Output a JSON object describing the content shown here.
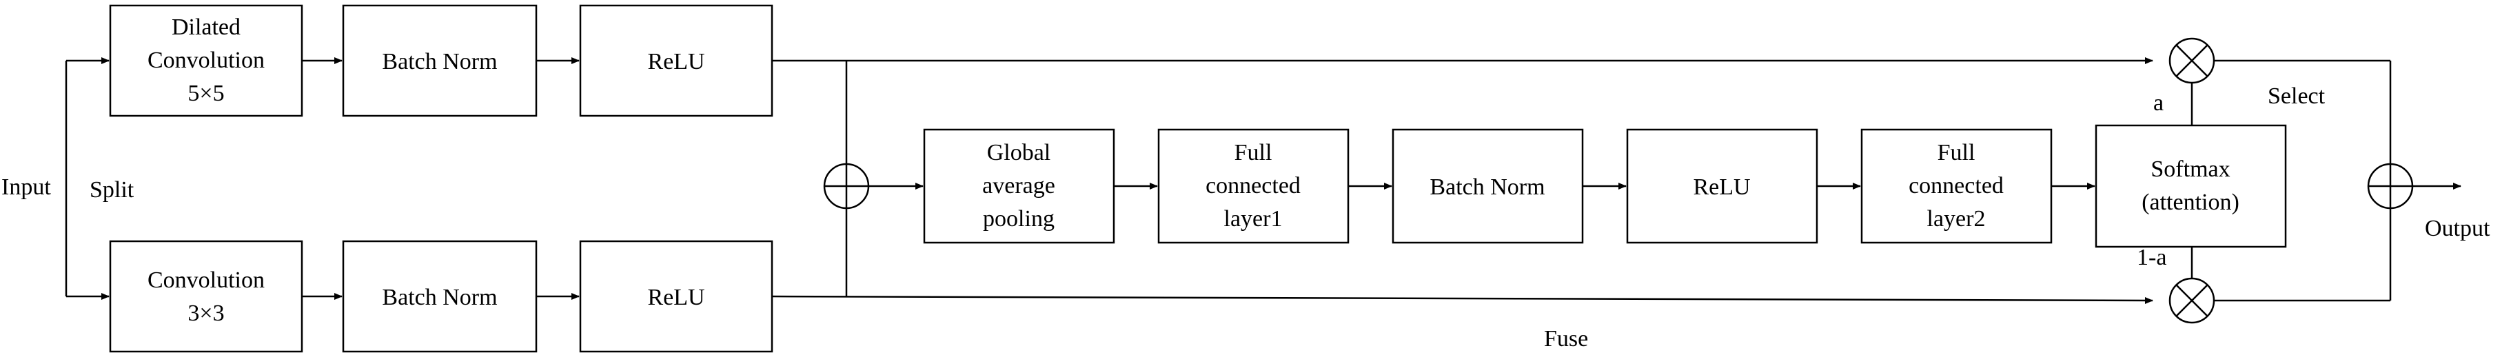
{
  "blocks": {
    "dilated_conv": [
      "Dilated",
      "Convolution",
      "5×5"
    ],
    "bn_top": [
      "Batch Norm"
    ],
    "relu_top": [
      "ReLU"
    ],
    "conv": [
      "Convolution",
      "3×3"
    ],
    "bn_bottom": [
      "Batch Norm"
    ],
    "relu_bottom": [
      "ReLU"
    ],
    "gap": [
      "Global",
      "average",
      "pooling"
    ],
    "fc1": [
      "Full",
      "connected",
      "layer1"
    ],
    "bn_mid": [
      "Batch Norm"
    ],
    "relu_mid": [
      "ReLU"
    ],
    "fc2": [
      "Full",
      "connected",
      "layer2"
    ],
    "softmax": [
      "Softmax",
      "(attention)"
    ]
  },
  "labels": {
    "input": "Input",
    "split": "Split",
    "fuse": "Fuse",
    "select": "Select",
    "output": "Output",
    "a": "a",
    "one_minus_a": "1-a"
  }
}
